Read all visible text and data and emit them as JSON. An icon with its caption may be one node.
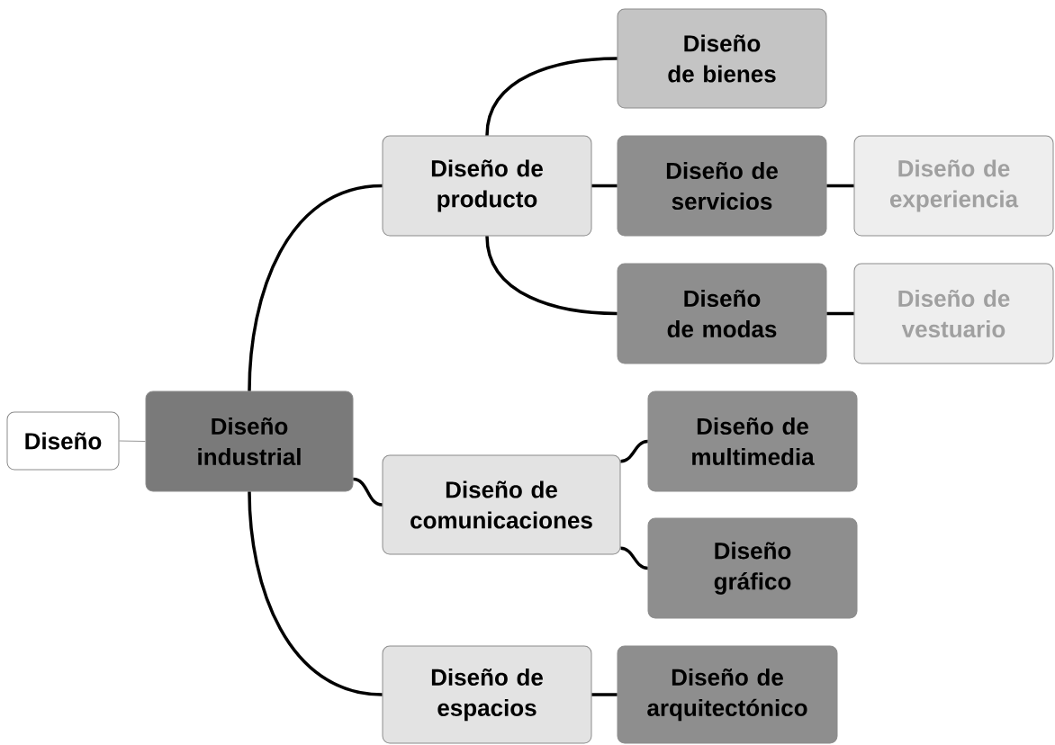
{
  "diagram": {
    "nodes": [
      {
        "text": [
          "Diseño"
        ]
      },
      {
        "text": [
          "Diseño industrial"
        ]
      },
      {
        "text": [
          "Diseño de producto"
        ]
      },
      {
        "text": [
          "Diseño de bienes"
        ]
      },
      {
        "text": [
          "Diseño de servicios"
        ]
      },
      {
        "text": [
          "Diseño de experiencia"
        ]
      },
      {
        "text": [
          "Diseño de modas"
        ]
      },
      {
        "text": [
          "Diseño de vestuario"
        ]
      },
      {
        "text": [
          "Diseño de comunicaciones"
        ]
      },
      {
        "text": [
          "Diseño de multimedia"
        ]
      },
      {
        "text": [
          "Diseño gráfico"
        ]
      },
      {
        "text": [
          "Diseño de espacios"
        ]
      },
      {
        "text": [
          "Diseño de arquitectónico"
        ]
      }
    ],
    "edges": [
      {
        "from": 0,
        "to": 1,
        "arrow": "none",
        "color": "#999999"
      },
      {
        "from": 1,
        "to": 2,
        "arrow": "none"
      },
      {
        "from": 1,
        "to": 8,
        "arrow": "none"
      },
      {
        "from": 1,
        "to": 11,
        "arrow": "none"
      },
      {
        "from": 2,
        "to": 3,
        "arrow": "none"
      },
      {
        "from": 2,
        "to": 4,
        "arrow": "none"
      },
      {
        "from": 2,
        "to": 6,
        "arrow": "none"
      },
      {
        "from": 4,
        "to": 5,
        "arrow": "none"
      },
      {
        "from": 6,
        "to": 7,
        "arrow": "none"
      },
      {
        "from": 8,
        "to": 9,
        "arrow": "none"
      },
      {
        "from": 8,
        "to": 10,
        "arrow": "none"
      },
      {
        "from": 11,
        "to": 12,
        "arrow": "none"
      }
    ]
  }
}
